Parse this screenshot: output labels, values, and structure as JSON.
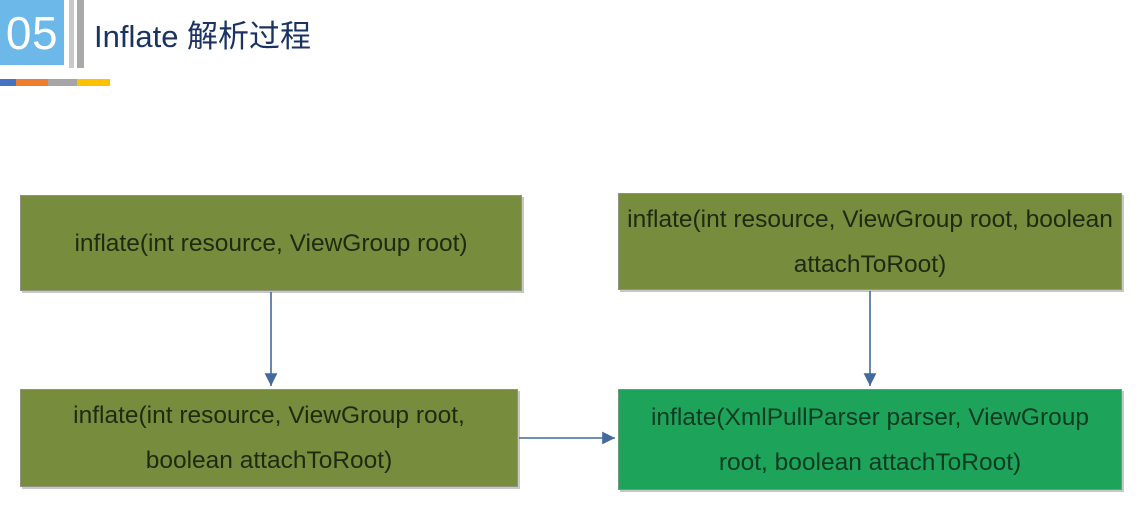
{
  "slide": {
    "number": "05",
    "title": "Inflate 解析过程"
  },
  "accent_bar": {
    "segments": [
      {
        "name": "blue",
        "color": "#4472C4"
      },
      {
        "name": "orange",
        "color": "#ED7D31"
      },
      {
        "name": "gray",
        "color": "#A5A5A5"
      },
      {
        "name": "yellow",
        "color": "#FFC000"
      }
    ]
  },
  "colors": {
    "slide_number_bg": "#6CB8E8",
    "slide_number_text": "#FFFFFF",
    "title_text": "#1B3360",
    "olive_node_bg": "#788C3E",
    "green_node_bg": "#1EA45A",
    "olive_node_text": "#1E2B11",
    "green_node_text": "#0E3B22",
    "arrow": "#44699B"
  },
  "diagram": {
    "nodes": [
      {
        "id": "top-left",
        "variant": "olive",
        "label": "inflate(int resource, ViewGroup root)"
      },
      {
        "id": "top-right",
        "variant": "olive",
        "label": "inflate(int resource, ViewGroup root, boolean attachToRoot)"
      },
      {
        "id": "bottom-left",
        "variant": "olive",
        "label": "inflate(int resource, ViewGroup root, boolean attachToRoot)"
      },
      {
        "id": "bottom-right",
        "variant": "green",
        "label": "inflate(XmlPullParser parser, ViewGroup root, boolean attachToRoot)"
      }
    ],
    "edges": [
      {
        "from": "top-left",
        "to": "bottom-left",
        "direction": "down"
      },
      {
        "from": "top-right",
        "to": "bottom-right",
        "direction": "down"
      },
      {
        "from": "bottom-left",
        "to": "bottom-right",
        "direction": "right"
      }
    ]
  }
}
